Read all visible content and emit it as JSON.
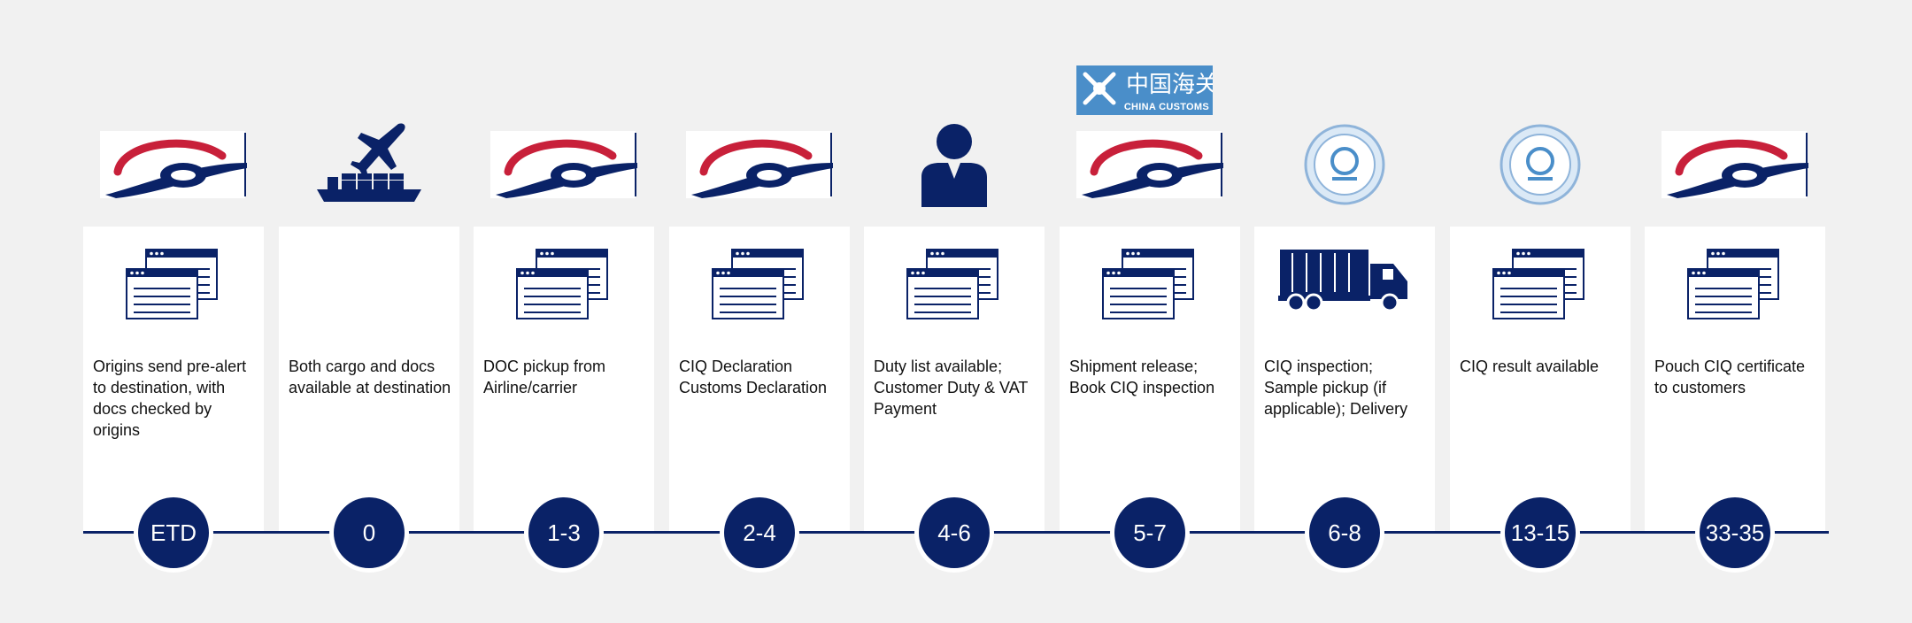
{
  "colors": {
    "navy": "#0a2267",
    "brand_red": "#c8203a",
    "card_bg": "#ffffff",
    "page_bg": "#f1f1f1",
    "customs_blue": "#4a8ec9"
  },
  "customs_logo": {
    "text_cn": "中国海关",
    "text_en": "CHINA CUSTOMS"
  },
  "steps": [
    {
      "day": "ETD",
      "description": "Origins send pre-alert to destination, with docs checked by origins",
      "icon": "company-logo-icon"
    },
    {
      "day": "0",
      "description": "Both cargo and docs available at destination",
      "icon": "plane-ship-icon"
    },
    {
      "day": "1-3",
      "description": "DOC pickup from Airline/carrier",
      "icon": "company-logo-icon"
    },
    {
      "day": "2-4",
      "description": "CIQ Declaration Customs Declaration",
      "icon": "company-logo-icon"
    },
    {
      "day": "4-6",
      "description": "Duty list available; Customer Duty & VAT Payment",
      "icon": "person-icon"
    },
    {
      "day": "5-7",
      "description": "Shipment release; Book CIQ inspection",
      "icon": "company-logo-icon"
    },
    {
      "day": "6-8",
      "description": "CIQ inspection; Sample pickup (if applicable); Delivery",
      "icon": "ciq-seal-icon"
    },
    {
      "day": "13-15",
      "description": "CIQ result available",
      "icon": "ciq-seal-icon"
    },
    {
      "day": "33-35",
      "description": "Pouch CIQ certificate to customers",
      "icon": "company-logo-icon"
    }
  ]
}
